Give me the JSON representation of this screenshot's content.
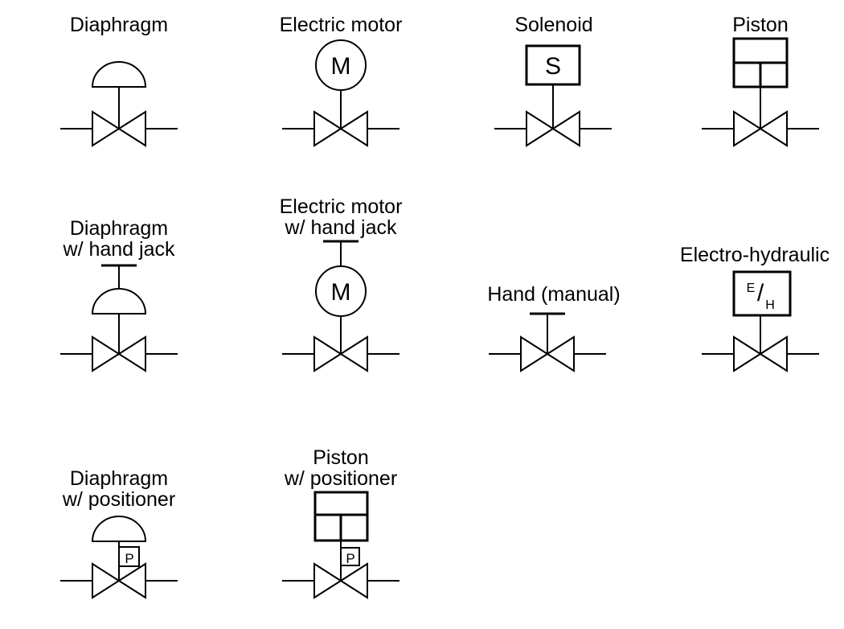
{
  "figure": {
    "background": "#ffffff",
    "line_color": "#000000",
    "text_color": "#000000"
  },
  "symbols": [
    {
      "name": "diaphragm",
      "label_line1": "Diaphragm"
    },
    {
      "name": "electric-motor",
      "label_line1": "Electric motor",
      "letter": "M"
    },
    {
      "name": "solenoid",
      "label_line1": "Solenoid",
      "letter": "S"
    },
    {
      "name": "piston",
      "label_line1": "Piston"
    },
    {
      "name": "diaphragm-hand-jack",
      "label_line1": "Diaphragm",
      "label_line2": "w/ hand jack"
    },
    {
      "name": "electric-motor-hand-jack",
      "label_line1": "Electric motor",
      "label_line2": "w/ hand jack",
      "letter": "M"
    },
    {
      "name": "hand-manual",
      "label_line1": "Hand (manual)"
    },
    {
      "name": "electro-hydraulic",
      "label_line1": "Electro-hydraulic",
      "letter_top": "E",
      "letter_slash": "/",
      "letter_bottom": "H"
    },
    {
      "name": "diaphragm-positioner",
      "label_line1": "Diaphragm",
      "label_line2": "w/ positioner",
      "positioner_letter": "P"
    },
    {
      "name": "piston-positioner",
      "label_line1": "Piston",
      "label_line2": "w/ positioner",
      "positioner_letter": "P"
    }
  ]
}
